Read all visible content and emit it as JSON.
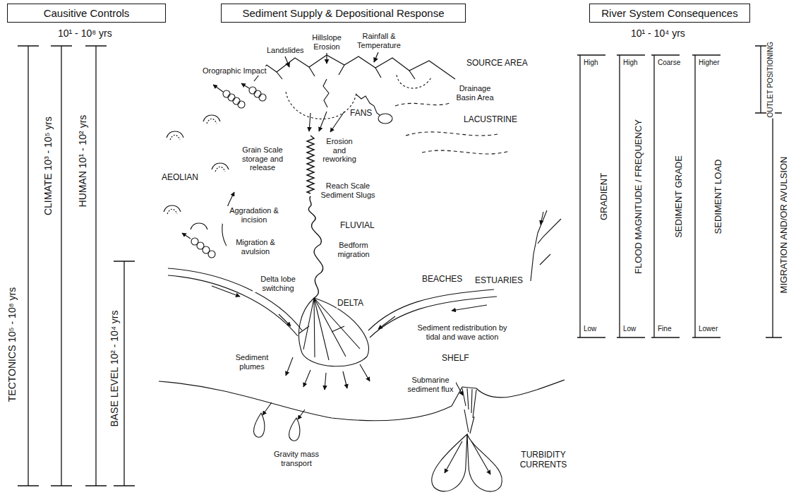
{
  "diagram": {
    "nodes": [
      {
        "text": [
          "Causitive Controls"
        ]
      },
      {
        "text": [
          "Sediment Supply & Depositional Response"
        ]
      },
      {
        "text": [
          "River System Consequences"
        ]
      }
    ],
    "labels": [
      "10¹ - 10⁸ yrs",
      "TECTONICS 10⁵ - 10⁸ yrs",
      "CLIMATE 10³ - 10⁵ yrs",
      "HUMAN 10¹ - 10² yrs",
      "BASE LEVEL 10² - 10⁴ yrs",
      "Hillslope Erosion",
      "Rainfall & Temperature",
      "Landslides",
      "SOURCE AREA",
      "Orographic Impact",
      "Drainage Basin Area",
      "FANS",
      "LACUSTRINE",
      "Grain Scale storage and release",
      "Erosion and reworking",
      "AEOLIAN",
      "Reach Scale Sediment Slugs",
      "Aggradation & incision",
      "FLUVIAL",
      "Migration & avulsion",
      "Bedform migration",
      "Delta lobe switching",
      "DELTA",
      "BEACHES",
      "ESTUARIES",
      "Sediment redistribution by tidal and wave action",
      "Sediment plumes",
      "SHELF",
      "Submarine sediment flux",
      "Gravity mass transport",
      "TURBIDITY CURRENTS",
      "10¹ - 10⁴ yrs",
      "High",
      "Low",
      "GRADIENT",
      "High",
      "Low",
      "FLOOD MAGNITUDE / FREQUENCY",
      "Coarse",
      "Fine",
      "SEDIMENT GRADE",
      "Higher",
      "Lower",
      "SEDIMENT LOAD",
      "OUTLET POSITIONING",
      "MIGRATION AND/OR AVULSION"
    ]
  }
}
